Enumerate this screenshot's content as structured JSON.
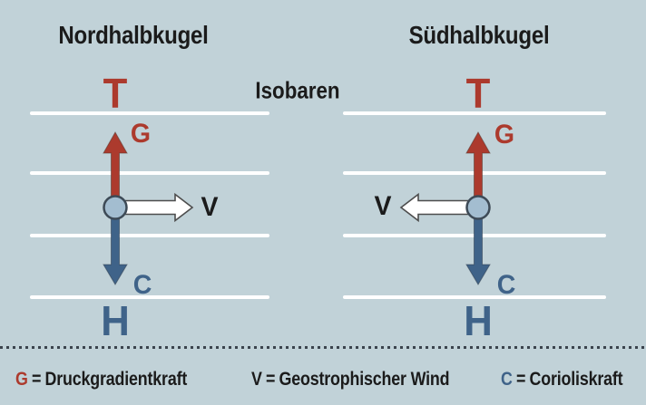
{
  "colors": {
    "background": "#c1d2d8",
    "red": "#ac3a2d",
    "blue": "#3f6389",
    "circle_fill": "#a3bdd0",
    "circle_stroke": "#3d4a56",
    "text_dark": "#1b1b1b",
    "isobar_line": "#ffffff",
    "white_arrow_fill": "#ffffff",
    "white_arrow_stroke": "#4d4d4d",
    "dash": "#3b444d"
  },
  "titles": {
    "left": "Nordhalbkugel",
    "right": "Südhalbkugel"
  },
  "isobars_label": "Isobaren",
  "diagrams": {
    "left": {
      "low_pressure_label": "T",
      "high_pressure_label": "H",
      "gradient_force_label": "G",
      "coriolis_force_label": "C",
      "wind_label": "V",
      "wind_direction": "right"
    },
    "right": {
      "low_pressure_label": "T",
      "high_pressure_label": "H",
      "gradient_force_label": "G",
      "coriolis_force_label": "C",
      "wind_label": "V",
      "wind_direction": "left"
    }
  },
  "legend": {
    "items": [
      {
        "symbol": "G",
        "equals": "=",
        "text": "Druckgradientkraft"
      },
      {
        "symbol": "V",
        "equals": "=",
        "text": "Geostrophischer Wind"
      },
      {
        "symbol": "C",
        "equals": "=",
        "text": "Corioliskraft"
      }
    ]
  }
}
